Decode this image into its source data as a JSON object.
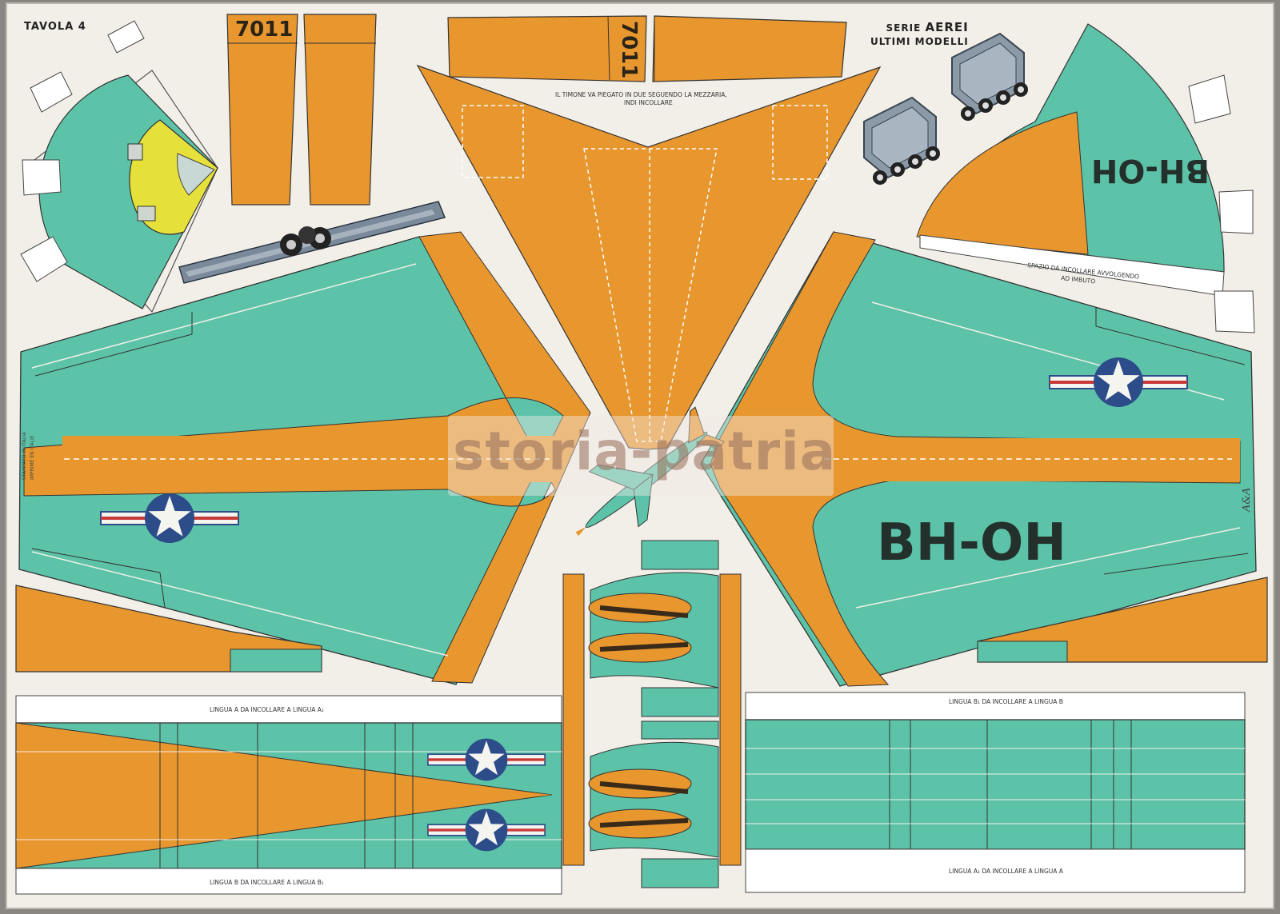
{
  "sheet": {
    "plate_label": "TAVOLA 4",
    "series_line1": "SERIE",
    "series_name": "AEREI",
    "series_line2": "ULTIMI MODELLI",
    "tail_number": "7011",
    "registration": "BH-OH",
    "rudder_note_1": "IL TIMONE VA PIEGATO IN DUE SEGUENDO LA MEZZARIA,",
    "rudder_note_2": "INDI INCOLLARE",
    "nose_note_1": "SPAZIO DA INCOLLARE AVVOLGENDO",
    "nose_note_2": "AD IMBUTO",
    "tab_a_note": "LINGUA A DA INCOLLARE A LINGUA A₁",
    "tab_b_note": "LINGUA B DA INCOLLARE A LINGUA B₁",
    "tab_b1_note": "LINGUA B₁ DA INCOLLARE A LINGUA B",
    "tab_a1_note": "LINGUA A₁ DA INCOLLARE A LINGUA A",
    "printed_1": "STAMPATO IN ITALIA",
    "printed_2": "IMPRIMÉ EN ITALIE",
    "publisher_mark": "A&A",
    "watermark": "storia-patria"
  },
  "colors": {
    "paper": "#f2efe8",
    "teal": "#5cc3a8",
    "orange": "#e8962e",
    "yellow": "#e6e03a",
    "gray_gear": "#7a8a9a",
    "roundel_blue": "#2c4c8a",
    "roundel_red": "#c83a3a",
    "ink": "#2a2418"
  },
  "icons": [
    "star-roundel-icon",
    "landing-gear-icon",
    "jet-airplane-icon"
  ]
}
